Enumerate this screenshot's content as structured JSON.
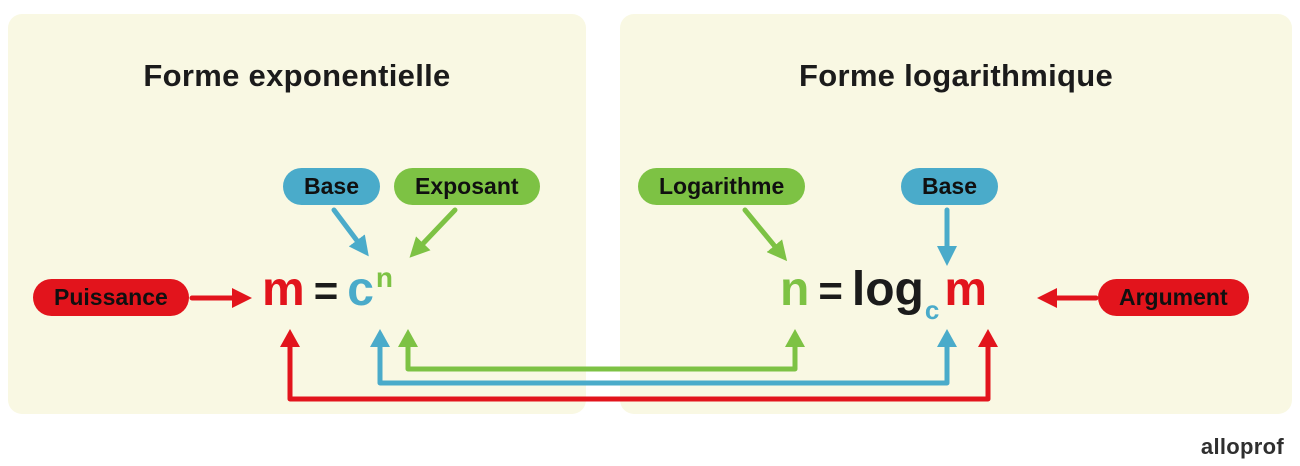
{
  "colors": {
    "red": "#e2141c",
    "teal": "#4aabca",
    "green": "#7dc244",
    "panel": "#f9f8e3",
    "ink": "#1b1b1b",
    "logo_ink": "#2f2f2f"
  },
  "left_panel": {
    "title": "Forme exponentielle",
    "pill_base": "Base",
    "pill_exposant": "Exposant",
    "pill_puissance": "Puissance",
    "eq_power": "m",
    "eq_equals": "=",
    "eq_base": "c",
    "eq_exponent": "n"
  },
  "right_panel": {
    "title": "Forme logarithmique",
    "pill_logarithme": "Logarithme",
    "pill_base": "Base",
    "pill_argument": "Argument",
    "eq_result": "n",
    "eq_equals": "=",
    "eq_log": "log",
    "eq_base": "c",
    "eq_argument": "m"
  },
  "footer": {
    "logo": "alloprof"
  }
}
